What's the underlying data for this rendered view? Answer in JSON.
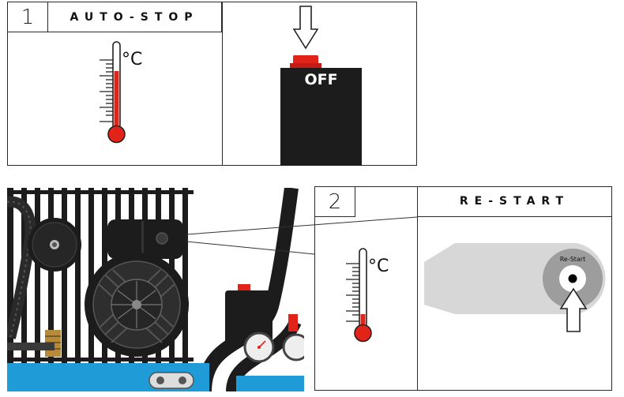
{
  "step1": {
    "number": "1",
    "title": "AUTO-STOP",
    "temp_unit": "°C",
    "switch_label": "OFF"
  },
  "step2": {
    "number": "2",
    "title": "RE-START",
    "temp_unit": "°C",
    "button_label": "Re-Start"
  },
  "colors": {
    "alert_red": "#e2231a",
    "panel_grey": "#d7d7d7",
    "button_grey": "#9d9d9d",
    "compressor_blue": "#1f9bd7",
    "dark": "#1c1c1c"
  },
  "icons": [
    "thermometer-icon",
    "down-arrow-icon",
    "up-arrow-icon",
    "pressure-switch-icon"
  ]
}
